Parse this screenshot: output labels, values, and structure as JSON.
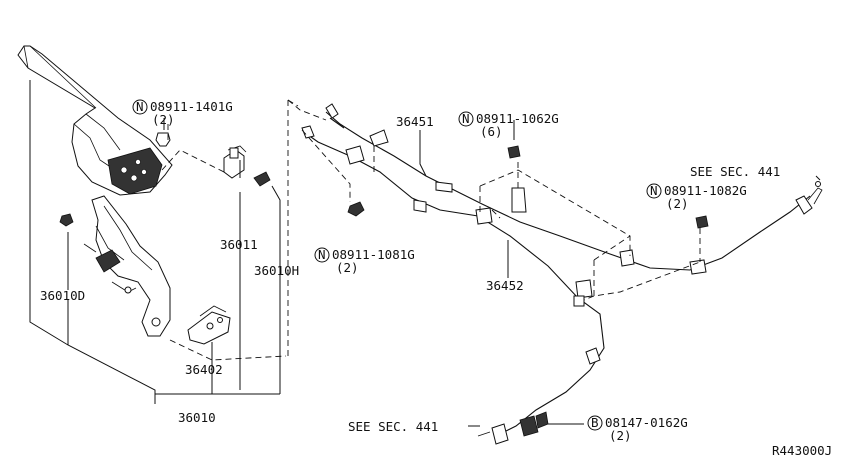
{
  "diagram_id": "R443000J",
  "labels": {
    "nut_1401": {
      "code": "08911-1401G",
      "qty": "(2)",
      "prefix": "N"
    },
    "nut_1062": {
      "code": "08911-1062G",
      "qty": "(6)",
      "prefix": "N"
    },
    "nut_1082": {
      "code": "08911-1082G",
      "qty": "(2)",
      "prefix": "N"
    },
    "nut_1081": {
      "code": "08911-1081G",
      "qty": "(2)",
      "prefix": "N"
    },
    "bolt_0162": {
      "code": "08147-0162G",
      "qty": "(2)",
      "prefix": "B"
    },
    "p36451": "36451",
    "p36452": "36452",
    "p36011": "36011",
    "p36010H": "36010H",
    "p36010D": "36010D",
    "p36402": "36402",
    "p36010": "36010",
    "see_sec_top": "SEE SEC. 441",
    "see_sec_bottom": "SEE SEC. 441"
  }
}
